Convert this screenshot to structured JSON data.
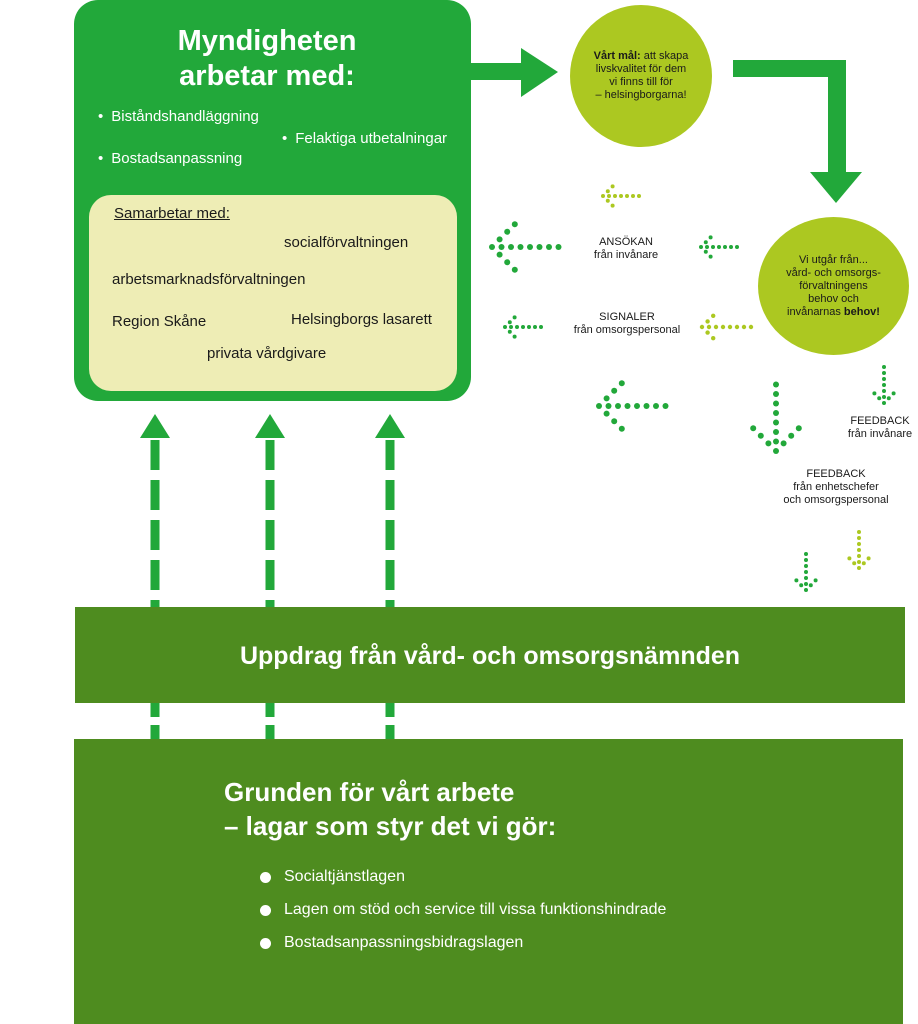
{
  "authority": {
    "title_line1": "Myndigheten",
    "title_line2": "arbetar med:",
    "tasks": [
      "Biståndshandläggning",
      "Felaktiga utbetalningar",
      "Bostadsanpassning"
    ]
  },
  "collaboration": {
    "title": "Samarbetar med:",
    "partners": [
      "socialförvaltningen",
      "arbetsmarknadsförvaltningen",
      "Region Skåne",
      "Helsingborgs lasarett",
      "privata vårdgivare"
    ]
  },
  "goal": {
    "bold": "Vårt mål:",
    "line1_rest": " att skapa",
    "line2": "livskvalitet för dem",
    "line3": "vi finns till för",
    "line4": "– helsingborgarna!"
  },
  "needs": {
    "line1": "Vi utgår från...",
    "line2": "vård- och omsorgs-",
    "line3": "förvaltningens",
    "line4": "behov och",
    "line5_pre": "invånarnas ",
    "line5_bold": "behov!"
  },
  "flows": {
    "application_line1": "ANSÖKAN",
    "application_line2": "från invånare",
    "signals_line1": "SIGNALER",
    "signals_line2": "från omsorgspersonal",
    "feedback_citizens_line1": "FEEDBACK",
    "feedback_citizens_line2": "från invånare",
    "feedback_staff_line1": "FEEDBACK",
    "feedback_staff_line2": "från enhetschefer",
    "feedback_staff_line3": "och omsorgspersonal"
  },
  "mandate": {
    "text": "Uppdrag från vård- och omsorgsnämnden"
  },
  "foundation": {
    "title_line1": "Grunden för vårt arbete",
    "title_line2": "– lagar som styr det vi gör:",
    "laws": [
      "Socialtjänstlagen",
      "Lagen om stöd och service till vissa funktionshindrade",
      "Bostadsanpassningsbidragslagen"
    ]
  },
  "colors": {
    "green": "#22a83a",
    "lime": "#acc821",
    "pale_yellow": "#eeedb5",
    "dark_green": "#4e8c1f"
  }
}
